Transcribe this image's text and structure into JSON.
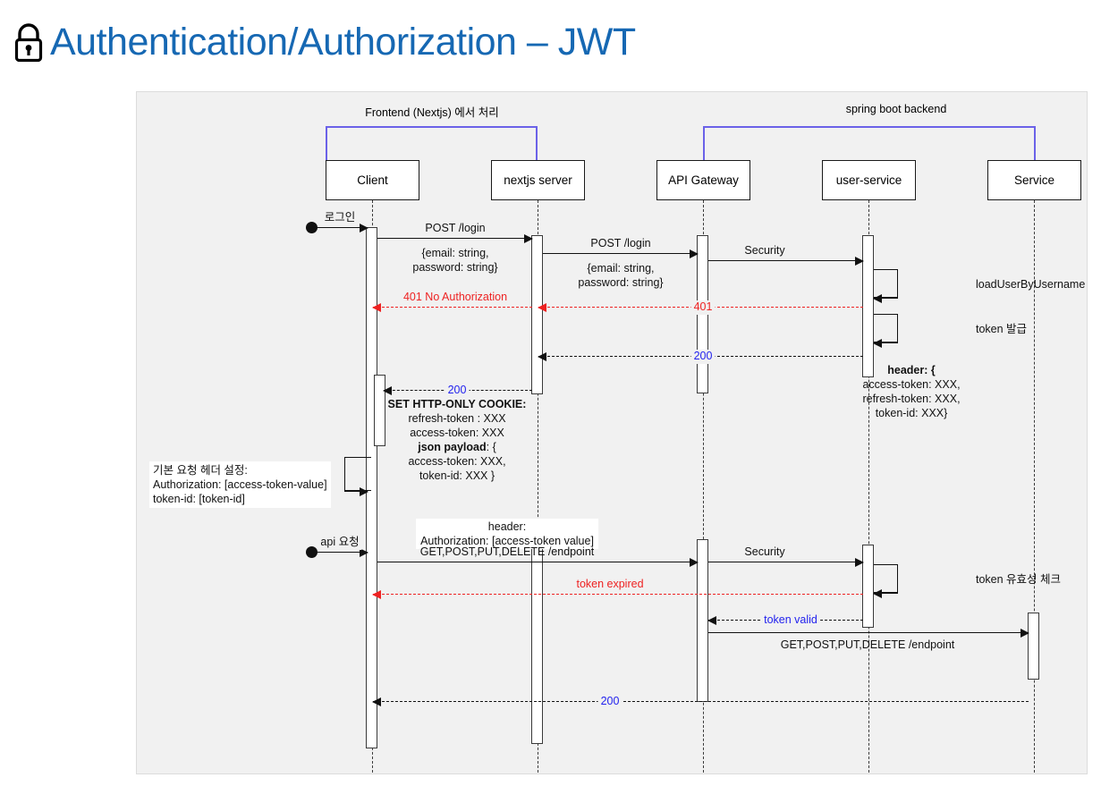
{
  "title": {
    "icon": "lock-icon",
    "text": "Authentication/Authorization – JWT",
    "color": "#1668b3"
  },
  "diagram": {
    "type": "sequence-diagram",
    "participants": [
      {
        "id": "client",
        "label": "Client"
      },
      {
        "id": "nextjs",
        "label": "nextjs server"
      },
      {
        "id": "gateway",
        "label": "API Gateway"
      },
      {
        "id": "user-service",
        "label": "user-service"
      },
      {
        "id": "service",
        "label": "Service"
      }
    ],
    "groups": [
      {
        "id": "frontend-group",
        "label": "Frontend (Nextjs) 에서 처리",
        "color": "#6b62e8"
      },
      {
        "id": "backend-group",
        "label": "spring boot backend",
        "color": "#6b62e8"
      }
    ],
    "messages": {
      "login_actor": "로그인",
      "post_login_1": "POST /login",
      "body_1_line1": "{email: string,",
      "body_1_line2": "password: string}",
      "post_login_2": "POST /login",
      "body_2_line1": "{email: string,",
      "body_2_line2": "password: string}",
      "security_1": "Security",
      "load_user": "loadUserByUsername",
      "token_issue": "token 발급",
      "unauthorized_client": "401 No Authorization",
      "unauthorized_code": "401",
      "ok_200_gateway": "200",
      "header_line1": "header: {",
      "header_line2": "access-token: XXX,",
      "header_line3": "refresh-token: XXX,",
      "header_line4": "token-id: XXX}",
      "ok_200_client": "200",
      "cookie_title": "SET HTTP-ONLY COOKIE:",
      "cookie_line1": "refresh-token : XXX",
      "cookie_line2": "access-token: XXX",
      "payload_title": "json payload",
      "payload_open": ": {",
      "payload_line1": "access-token: XXX,",
      "payload_line2": "token-id: XXX }",
      "default_header_line1": "기본 요청 헤더 설정:",
      "default_header_line2": "Authorization:  [access-token-value]",
      "default_header_line3": "token-id: [token-id]",
      "api_request_actor": "api 요청",
      "req_header_line1": "header:",
      "req_header_line2": "Authorization: [access-token value]",
      "endpoint_1": "GET,POST,PUT,DELETE /endpoint",
      "security_2": "Security",
      "token_check": "token 유효성 체크",
      "token_expired": "token expired",
      "token_valid": "token valid",
      "endpoint_2": "GET,POST,PUT,DELETE /endpoint",
      "final_200": "200"
    },
    "colors": {
      "error": "#ee2222",
      "success": "#2222ee",
      "group": "#6b62e8",
      "canvas": "#f1f1f1"
    }
  }
}
